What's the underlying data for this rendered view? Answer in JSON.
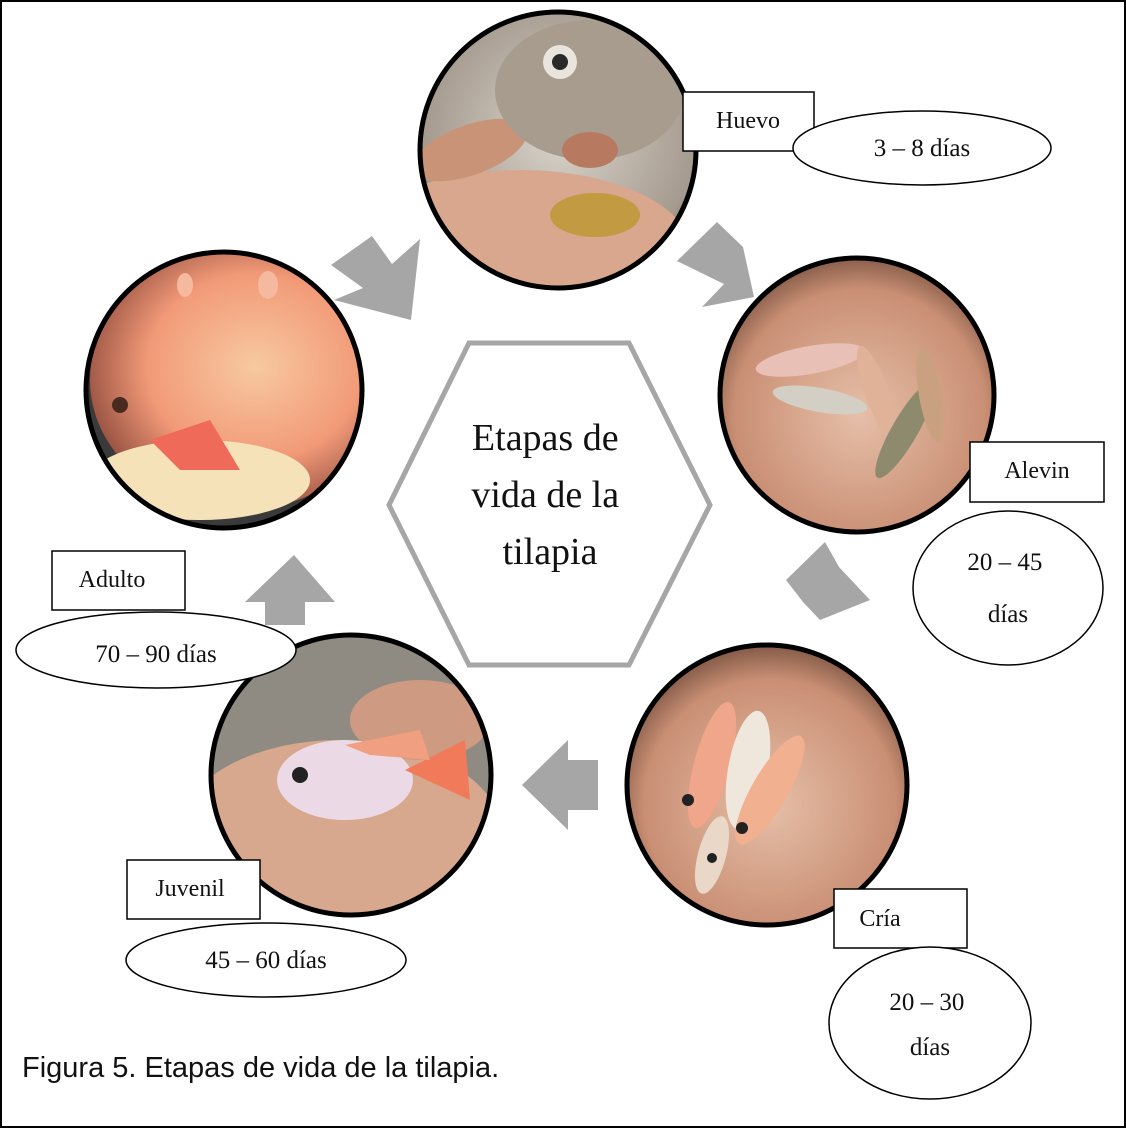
{
  "center_label": [
    "Etapas de",
    "vida de la",
    "tilapia"
  ],
  "stages": [
    {
      "name": "Huevo",
      "duration": [
        "3 – 8 días"
      ],
      "photo_icon": "fish-mouth-eggs-photo"
    },
    {
      "name": "Alevin",
      "duration": [
        "20 – 45",
        "días"
      ],
      "photo_icon": "fry-in-hand-photo"
    },
    {
      "name": "Cría",
      "duration": [
        "20 – 30",
        "días"
      ],
      "photo_icon": "young-fish-in-hand-photo"
    },
    {
      "name": "Juvenil",
      "duration": [
        "45 – 60 días"
      ],
      "photo_icon": "juvenile-fish-in-hand-photo"
    },
    {
      "name": "Adulto",
      "duration": [
        "70 – 90 días"
      ],
      "photo_icon": "adult-red-tilapia-photo"
    }
  ],
  "caption": "Figura 5. Etapas de vida de la tilapia.",
  "colors": {
    "arrow": "#a6a6a6",
    "hexagon_stroke": "#a6a6a6",
    "circle_stroke": "#000000",
    "skin": "#d7a88e",
    "red_fish": "#f28a6a"
  }
}
